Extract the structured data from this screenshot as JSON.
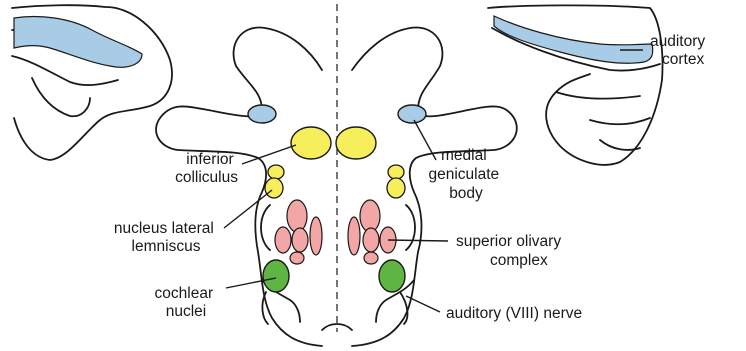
{
  "colors": {
    "cortex": "#a9cce6",
    "yellow": "#f6ee5a",
    "pink": "#f2a7a6",
    "green": "#5fb544",
    "outline": "#1a1a1a"
  },
  "labels": {
    "auditory_cortex": [
      "auditory",
      "cortex"
    ],
    "inferior_colliculus": [
      "inferior",
      "colliculus"
    ],
    "medial_geniculate": [
      "medial",
      "geniculate",
      "body"
    ],
    "nucleus_lateral_lemniscus": [
      "nucleus lateral",
      "lemniscus"
    ],
    "superior_olivary": [
      "superior olivary",
      "complex"
    ],
    "cochlear_nuclei": [
      "cochlear",
      "nuclei"
    ],
    "auditory_nerve": [
      "auditory (VIII) nerve"
    ]
  }
}
